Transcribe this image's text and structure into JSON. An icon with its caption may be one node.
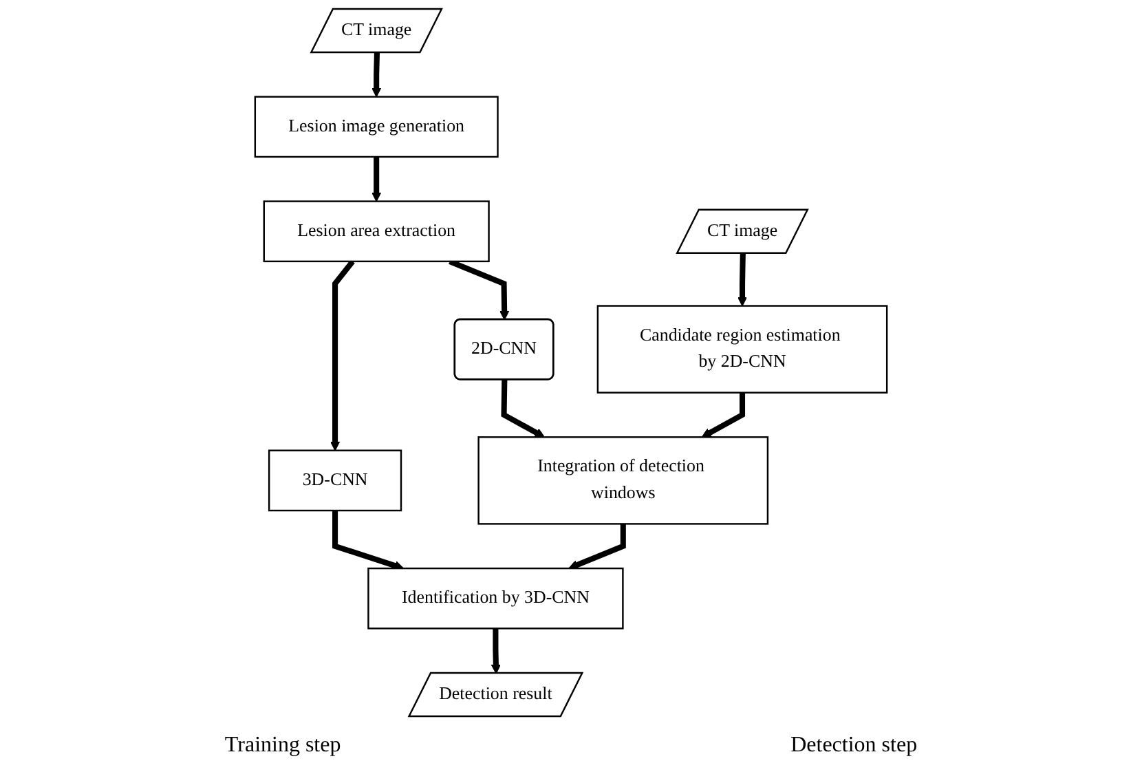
{
  "diagram": {
    "nodes": [
      {
        "text": [
          "CT image"
        ]
      },
      {
        "text": [
          "Lesion image generation"
        ]
      },
      {
        "text": [
          "Lesion area extraction"
        ]
      },
      {
        "text": [
          "2D-CNN"
        ]
      },
      {
        "text": [
          "3D-CNN"
        ]
      },
      {
        "text": [
          "CT image"
        ]
      },
      {
        "text": [
          "Candidate region estimation by 2D-CNN"
        ]
      },
      {
        "text": [
          "Integration of detection windows"
        ]
      },
      {
        "text": [
          "Identification by 3D-CNN"
        ]
      },
      {
        "text": [
          "Detection result"
        ]
      }
    ],
    "edges": [
      {
        "from": 0,
        "to": 1,
        "arrow": "to"
      },
      {
        "from": 1,
        "to": 2,
        "arrow": "to"
      },
      {
        "from": 2,
        "to": 3,
        "arrow": "to"
      },
      {
        "from": 2,
        "to": 4,
        "arrow": "to"
      },
      {
        "from": 3,
        "to": 7,
        "arrow": "to"
      },
      {
        "from": 4,
        "to": 8,
        "arrow": "to"
      },
      {
        "from": 5,
        "to": 6,
        "arrow": "to"
      },
      {
        "from": 6,
        "to": 7,
        "arrow": "to"
      },
      {
        "from": 7,
        "to": 8,
        "arrow": "to"
      },
      {
        "from": 8,
        "to": 9,
        "arrow": "to"
      }
    ],
    "labels": [
      "Training step",
      "Detection step"
    ]
  }
}
